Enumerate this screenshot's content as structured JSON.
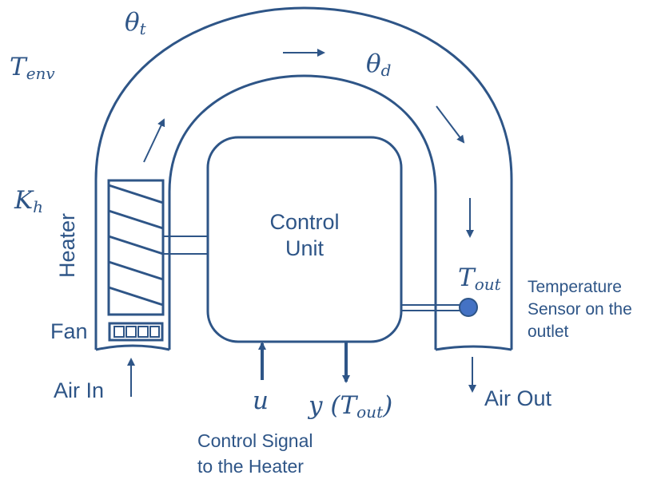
{
  "labels": {
    "theta_t": {
      "base": "θ",
      "sub": "t"
    },
    "theta_d": {
      "base": "θ",
      "sub": "d"
    },
    "t_env": {
      "base": "T",
      "sub": "env"
    },
    "k_h": {
      "base": "K",
      "sub": "h"
    },
    "t_out": {
      "base": "T",
      "sub": "out"
    },
    "heater": "Heater",
    "fan": "Fan",
    "air_in": "Air In",
    "air_out": "Air Out",
    "control_unit_line1": "Control",
    "control_unit_line2": "Unit",
    "u": "u",
    "y_out": {
      "prefix": "y (T",
      "sub": "out",
      "suffix": ")"
    },
    "control_signal_line1": "Control Signal",
    "control_signal_line2": "to the Heater",
    "sensor_line1": "Temperature",
    "sensor_line2": "Sensor on the",
    "sensor_line3": "outlet"
  },
  "colors": {
    "stroke": "#2E5587",
    "sensor_fill": "#4472C4",
    "text": "#2E5587"
  }
}
